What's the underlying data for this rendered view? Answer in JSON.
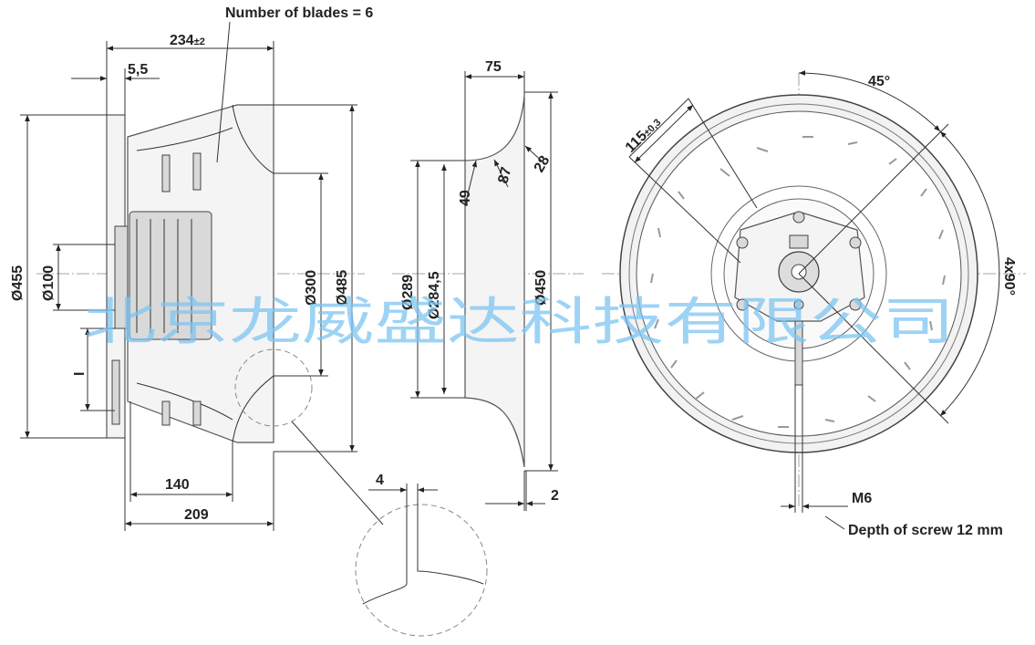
{
  "notes": {
    "blades": "Number of blades = 6",
    "screw_depth": "Depth of screw 12 mm"
  },
  "side_view": {
    "d234": "234",
    "d234_tol": "±2",
    "d5_5": "5,5",
    "d455": "Ø455",
    "d100": "Ø100",
    "dl": "I",
    "d300": "Ø300",
    "d485": "Ø485",
    "d140": "140",
    "d209": "209",
    "d4": "4"
  },
  "section_view": {
    "d75": "75",
    "d49": "49",
    "d87": "87",
    "d28": "28",
    "d289": "Ø289",
    "d284_5": "Ø284,5",
    "d450": "Ø450",
    "d2": "2"
  },
  "front_view": {
    "d115": "115",
    "d115_tol": "±0,3",
    "d45": "45°",
    "d4x90": "4x90°",
    "m6": "M6"
  },
  "watermark": "北京龙威盛达科技有限公司",
  "colors": {
    "watermark": "#7cc4f2",
    "line": "#333333"
  }
}
